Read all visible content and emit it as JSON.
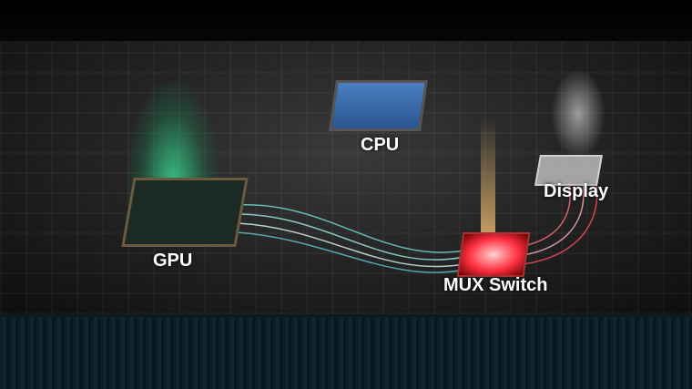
{
  "labels": {
    "cpu": "CPU",
    "gpu": "GPU",
    "display": "Display",
    "mux": "MUX Switch"
  },
  "colors": {
    "gpu_glow": "#3dffaa",
    "mux_glow": "#ff3040",
    "cpu_chip": "#3f73b5"
  }
}
